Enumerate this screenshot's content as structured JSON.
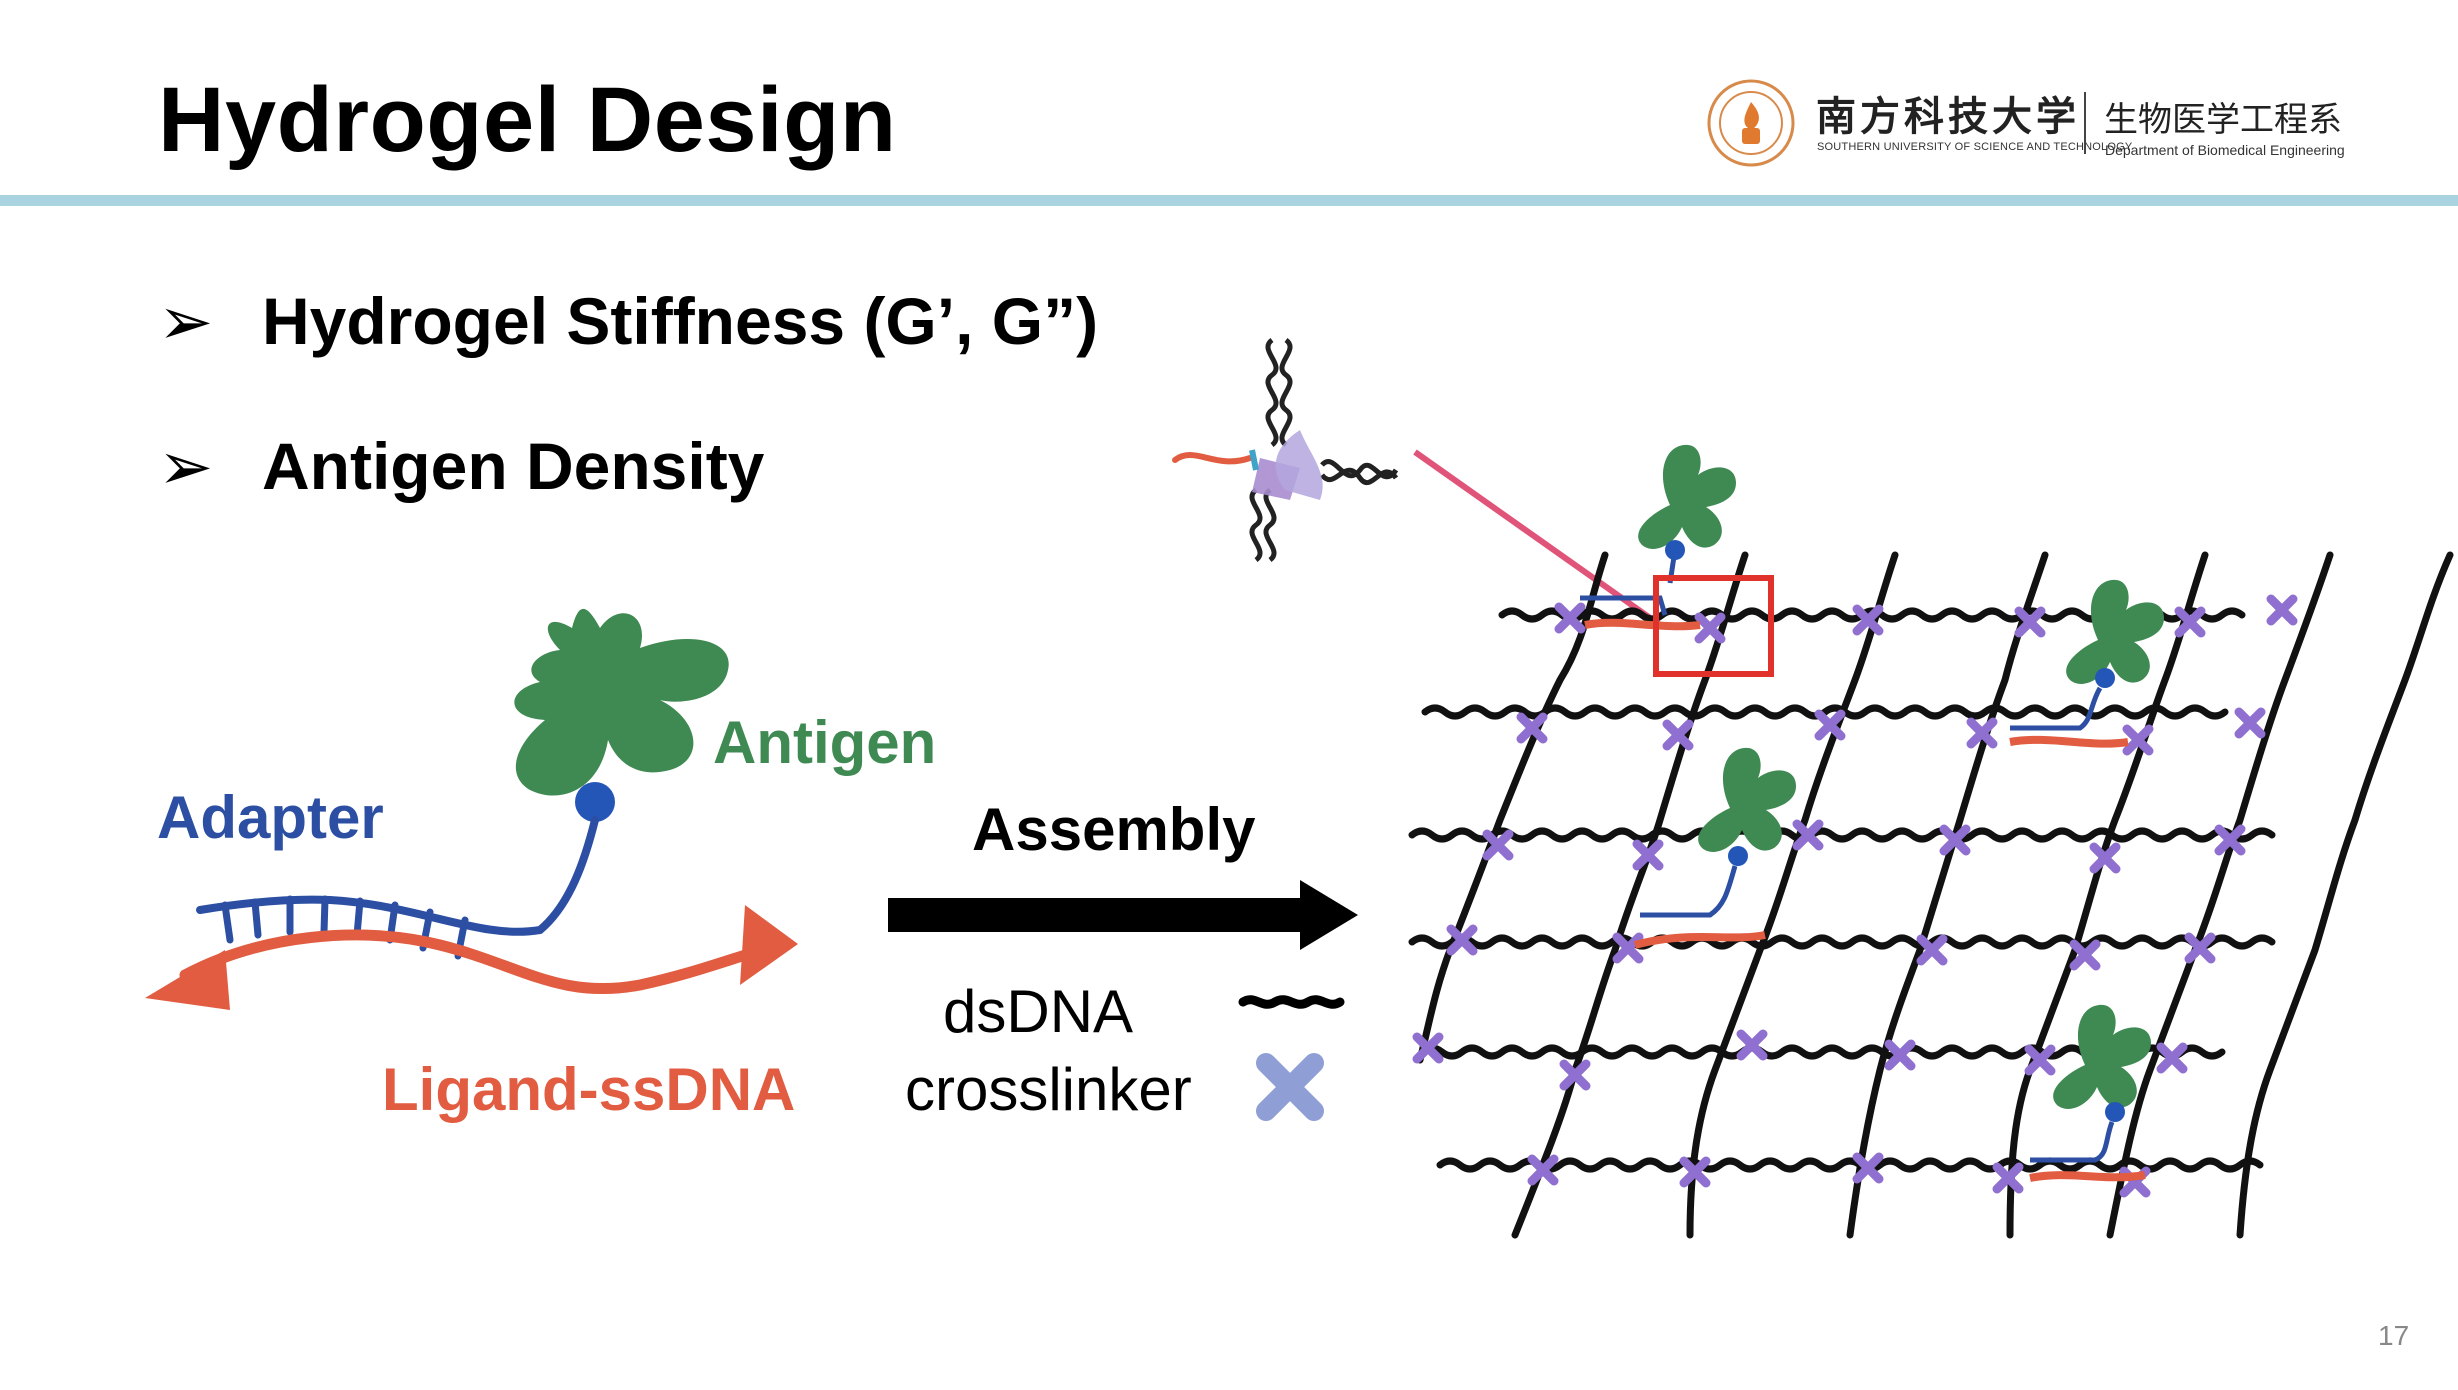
{
  "slide": {
    "title": "Hydrogel Design",
    "page_number": "17"
  },
  "logo": {
    "university_cn": "南方科技大学",
    "university_en": "SOUTHERN UNIVERSITY OF SCIENCE AND TECHNOLOGY",
    "department_cn": "生物医学工程系",
    "department_en": "Department of Biomedical Engineering"
  },
  "bullets": [
    {
      "marker": "➢",
      "text": "Hydrogel Stiffness (G’, G”)"
    },
    {
      "marker": "➢",
      "text": "Antigen Density"
    }
  ],
  "diagram": {
    "antigen_label": "Antigen",
    "adapter_label": "Adapter",
    "ligand_label": "Ligand-ssDNA",
    "assembly_label": "Assembly",
    "dsdna_label": "dsDNA",
    "crosslinker_label": "crosslinker",
    "colors": {
      "antigen": "#3f8a52",
      "adapter": "#2c4fa3",
      "ligand": "#e15c40",
      "crosslinker": "#8f6fd0",
      "highlight_box": "#e0312b",
      "rule": "#a8d3df"
    }
  }
}
